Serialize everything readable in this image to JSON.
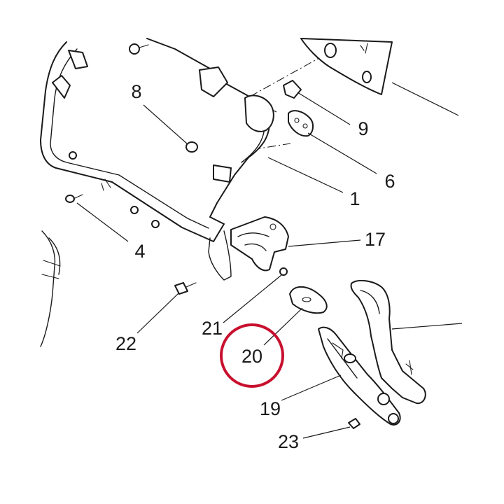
{
  "diagram": {
    "highlight_color": "#c8102e",
    "line_color": "#1a1a1a",
    "highlighted_part": "20",
    "callouts": {
      "c1": "1",
      "c4": "4",
      "c6": "6",
      "c8": "8",
      "c9": "9",
      "c17": "17",
      "c19": "19",
      "c20": "20",
      "c21": "21",
      "c22": "22",
      "c23": "23"
    }
  }
}
